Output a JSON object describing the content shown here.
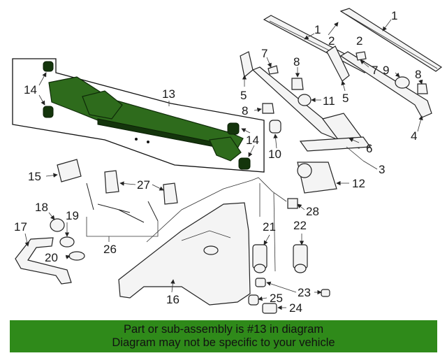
{
  "callouts": {
    "c1a": "1",
    "c1b": "1",
    "c2a": "2",
    "c2b": "2",
    "c3": "3",
    "c4": "4",
    "c5a": "5",
    "c5b": "5",
    "c6": "6",
    "c7a": "7",
    "c7b": "7",
    "c8a": "8",
    "c8b": "8",
    "c8c": "8",
    "c9": "9",
    "c10": "10",
    "c11": "11",
    "c12": "12",
    "c13": "13",
    "c14a": "14",
    "c14b": "14",
    "c15": "15",
    "c16": "16",
    "c17": "17",
    "c18": "18",
    "c19": "19",
    "c20": "20",
    "c21": "21",
    "c22": "22",
    "c23": "23",
    "c24": "24",
    "c25": "25",
    "c26": "26",
    "c27": "27",
    "c28": "28"
  },
  "banner": {
    "line1": "Part or sub-assembly is #13 in diagram",
    "line2": "Diagram may not be specific to your vehicle",
    "color": "#2f8a1a"
  },
  "highlight_color": "#2e6b1c"
}
